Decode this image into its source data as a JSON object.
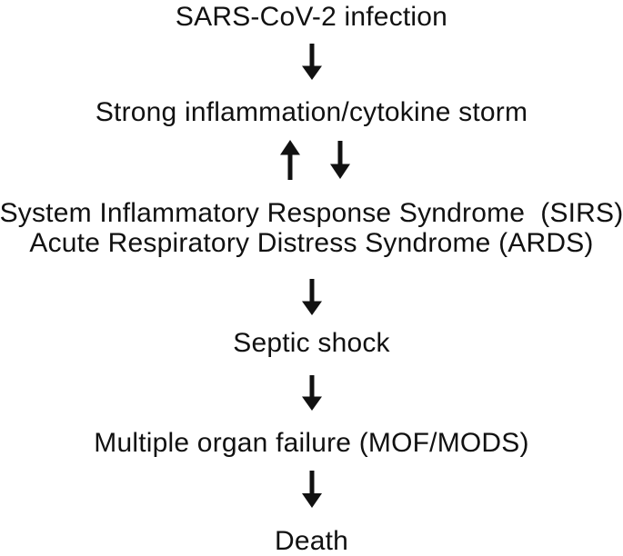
{
  "diagram": {
    "title": "SARS-CoV-2 severe disease progression flowchart",
    "background_color": "#ffffff",
    "text_color": "#111111",
    "arrow_color": "#111111",
    "nodes": {
      "infection": {
        "label": "SARS-CoV-2 infection"
      },
      "storm": {
        "label": "Strong inflammation/cytokine storm"
      },
      "sirs_ards": {
        "lines": [
          "System Inflammatory Response Syndrome  (SIRS)",
          "Acute Respiratory Distress Syndrome (ARDS)"
        ]
      },
      "septic": {
        "label": "Septic shock"
      },
      "mof": {
        "label": "Multiple organ failure (MOF/MODS)"
      },
      "death": {
        "label": "Death"
      }
    },
    "edges": [
      {
        "from": "infection",
        "to": "storm",
        "direction": "down",
        "icon": "down-arrow-icon"
      },
      {
        "from": "storm",
        "to": "sirs_ards",
        "direction": "bidirectional",
        "icons": [
          "up-arrow-icon",
          "down-arrow-icon"
        ]
      },
      {
        "from": "sirs_ards",
        "to": "septic",
        "direction": "down",
        "icon": "down-arrow-icon"
      },
      {
        "from": "septic",
        "to": "mof",
        "direction": "down",
        "icon": "down-arrow-icon"
      },
      {
        "from": "mof",
        "to": "death",
        "direction": "down",
        "icon": "down-arrow-icon"
      }
    ]
  }
}
